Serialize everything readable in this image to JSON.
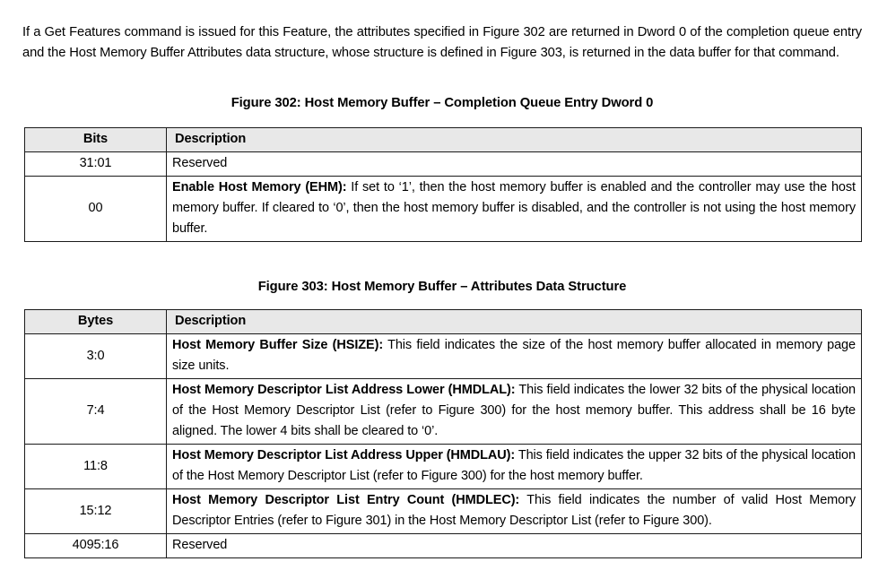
{
  "document": {
    "intro_paragraph": "If a Get Features command is issued for this Feature, the attributes specified in Figure 302 are returned in Dword 0 of the completion queue entry and the Host Memory Buffer Attributes data structure, whose structure is defined in Figure 303, is returned in the data buffer for that command."
  },
  "figure302": {
    "title": "Figure 302: Host Memory Buffer – Completion Queue Entry Dword 0",
    "columns": [
      "Bits",
      "Description"
    ],
    "rows": [
      {
        "key": "31:01",
        "term": "",
        "body": "Reserved"
      },
      {
        "key": "00",
        "term": "Enable Host Memory (EHM):",
        "body": " If set to ‘1’, then the host memory buffer is enabled and the controller may use the host memory buffer. If cleared to ‘0’, then the host memory buffer is disabled, and the controller is not using the host memory buffer."
      }
    ]
  },
  "figure303": {
    "title": "Figure 303: Host Memory Buffer – Attributes Data Structure",
    "columns": [
      "Bytes",
      "Description"
    ],
    "rows": [
      {
        "key": "3:0",
        "term": "Host Memory Buffer Size (HSIZE):",
        "body": " This field indicates the size of the host memory buffer allocated in memory page size units."
      },
      {
        "key": "7:4",
        "term": "Host Memory Descriptor List Address Lower (HMDLAL):",
        "body": " This field indicates the lower 32 bits of the physical location of the Host Memory Descriptor List (refer to Figure 300) for the host memory buffer. This address shall be 16 byte aligned. The lower 4 bits shall be cleared to ‘0’."
      },
      {
        "key": "11:8",
        "term": "Host Memory Descriptor List Address Upper (HMDLAU):",
        "body": " This field indicates the upper 32 bits of the physical location of the Host Memory Descriptor List (refer to Figure 300) for the host memory buffer."
      },
      {
        "key": "15:12",
        "term": "Host Memory Descriptor List Entry Count (HMDLEC):",
        "body": " This field indicates the number of valid Host Memory Descriptor Entries (refer to Figure 301) in the Host Memory Descriptor List (refer to Figure 300)."
      },
      {
        "key": "4095:16",
        "term": "",
        "body": "Reserved"
      }
    ]
  }
}
